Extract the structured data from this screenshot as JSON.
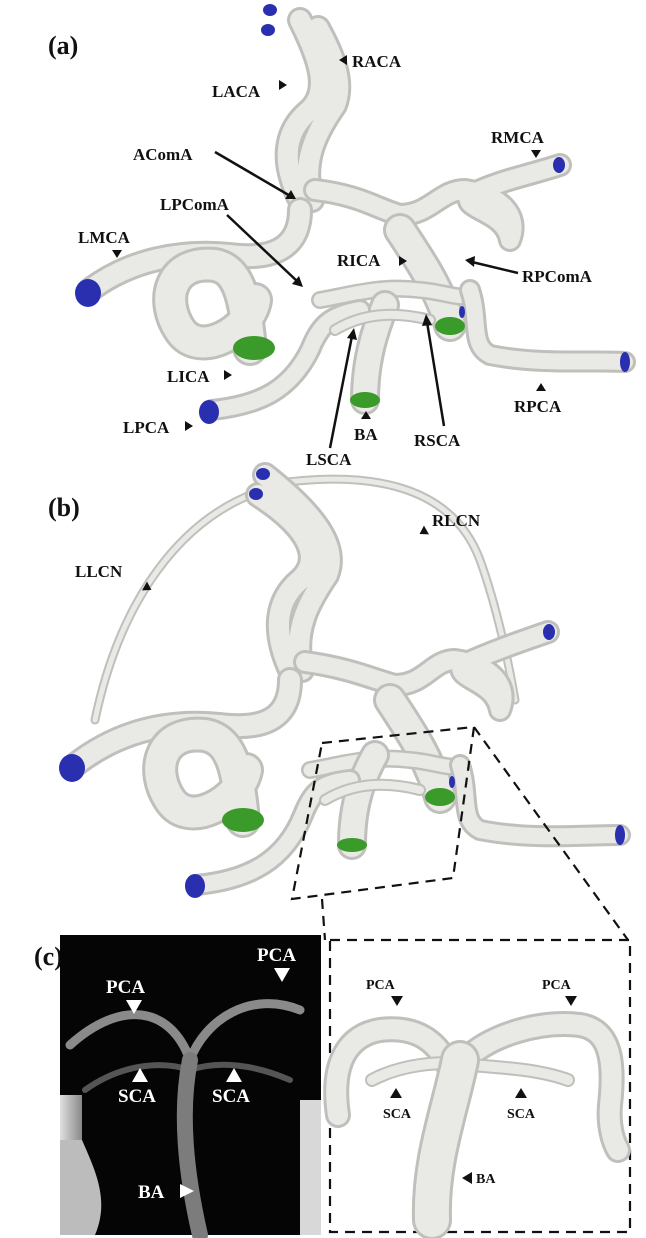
{
  "panels": {
    "a": "(a)",
    "b": "(b)",
    "c": "(c)"
  },
  "panel_a_labels": {
    "racA": "RACA",
    "laca": "LACA",
    "acoma": "AComA",
    "rmca": "RMCA",
    "lpcoma": "LPComA",
    "lmca": "LMCA",
    "rica": "RICA",
    "rpcoma": "RPComA",
    "lica": "LICA",
    "lpca": "LPCA",
    "lsca": "LSCA",
    "ba": "BA",
    "rsca": "RSCA",
    "rpca": "RPCA"
  },
  "panel_b_labels": {
    "rlcn": "RLCN",
    "llcn": "LLCN"
  },
  "panel_c_labels": {
    "pca_left": "PCA",
    "pca_right": "PCA",
    "sca_left": "SCA",
    "sca_right": "SCA",
    "ba": "BA",
    "model_pca_left": "PCA",
    "model_pca_right": "PCA",
    "model_sca_left": "SCA",
    "model_sca_right": "SCA",
    "model_ba": "BA"
  },
  "colors": {
    "outlet_cap": "#2a2fb0",
    "inlet_cap": "#3a9a2a",
    "vessel": "#e6e6e3",
    "angiogram_bg": "#050505"
  }
}
